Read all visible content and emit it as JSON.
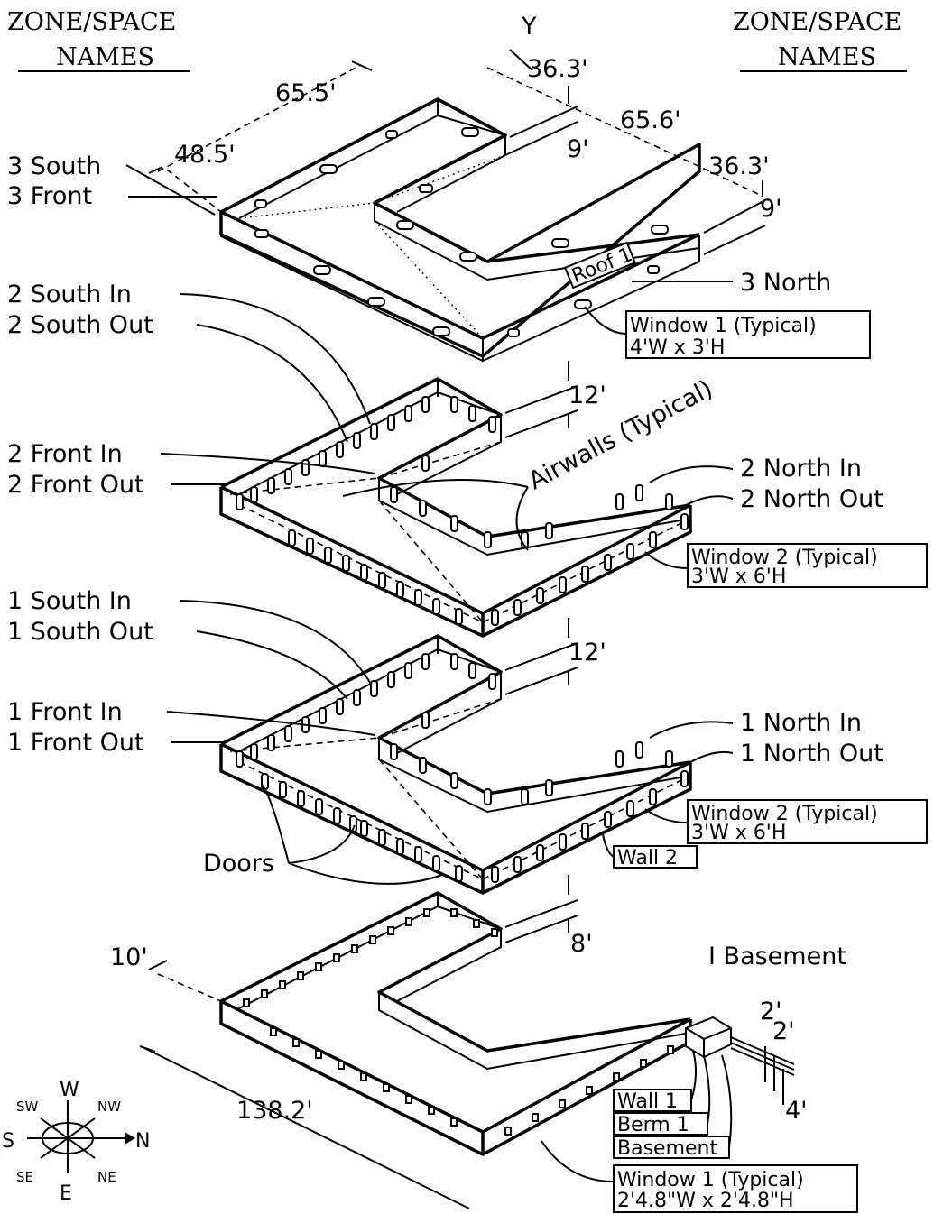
{
  "headers": {
    "left_line1": "ZONE/SPACE",
    "left_line2": "NAMES",
    "right_line1": "ZONE/SPACE",
    "right_line2": "NAMES"
  },
  "level3": {
    "axis": "Y",
    "dims": {
      "d_65_5": "65.5'",
      "d_48_5": "48.5'",
      "d_36_3_top": "36.3'",
      "d_65_6": "65.6'",
      "d_36_3_right": "36.3'",
      "d_9a": "9'",
      "d_9b": "9'"
    },
    "labels": {
      "south": "3 South",
      "front": "3 Front",
      "north": "3 North",
      "roof": "Roof 1"
    },
    "window_callout": {
      "line1": "Window 1 (Typical)",
      "line2": "4'W x 3'H"
    }
  },
  "level2": {
    "height": "12'",
    "labels": {
      "south_in": "2 South In",
      "south_out": "2 South Out",
      "front_in": "2 Front In",
      "front_out": "2 Front Out",
      "north_in": "2 North In",
      "north_out": "2 North Out"
    },
    "airwalls": "Airwalls (Typical)",
    "window_callout": {
      "line1": "Window 2 (Typical)",
      "line2": "3'W x 6'H"
    }
  },
  "level1": {
    "height": "12'",
    "labels": {
      "south_in": "1 South In",
      "south_out": "1 South Out",
      "front_in": "1 Front In",
      "front_out": "1 Front Out",
      "north_in": "1 North In",
      "north_out": "1 North Out",
      "doors": "Doors"
    },
    "window_callout": {
      "line1": "Window 2 (Typical)",
      "line2": "3'W x 6'H"
    },
    "wall_callout": "Wall 2"
  },
  "basement": {
    "height": "8'",
    "label": "I Basement",
    "dims": {
      "d_10": "10'",
      "d_138_2": "138.2'",
      "d_2a": "2'",
      "d_2b": "2'",
      "d_4": "4'"
    },
    "callouts": {
      "wall": "Wall 1",
      "berm": "Berm 1",
      "basement": "Basement"
    },
    "window_callout": {
      "line1": "Window 1 (Typical)",
      "line2": "2'4.8\"W x 2'4.8\"H"
    }
  },
  "compass": {
    "w": "W",
    "nw": "NW",
    "sw": "SW",
    "s": "S",
    "n": "N",
    "se": "SE",
    "e": "E",
    "ne": "NE"
  }
}
